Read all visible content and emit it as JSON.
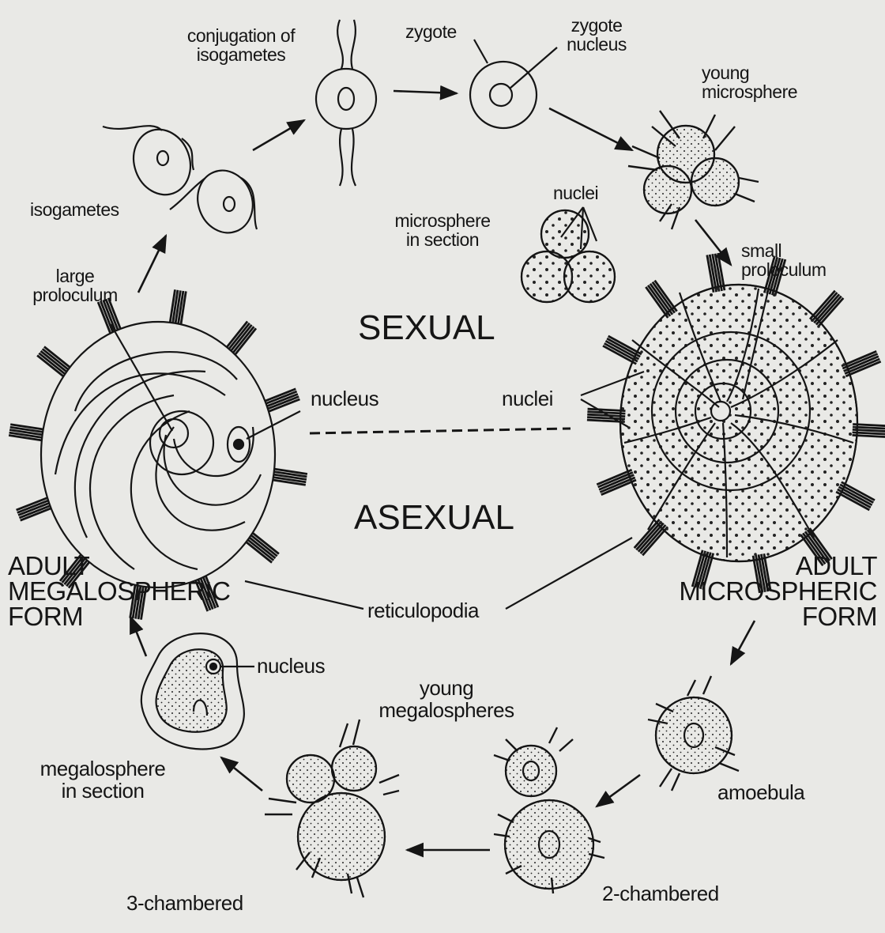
{
  "labels": {
    "conjugation": "conjugation of\nisogametes",
    "zygote": "zygote",
    "zygote_nucleus": "zygote\nnucleus",
    "young_microsphere": "young\nmicrosphere",
    "isogametes": "isogametes",
    "nuclei_top": "nuclei",
    "microsphere_section": "microsphere\nin section",
    "large_proloculum": "large\nproloculum",
    "small_proloculum": "small\nproloculum",
    "sexual": "SEXUAL",
    "nucleus_left": "nucleus",
    "nuclei_right": "nuclei",
    "asexual": "ASEXUAL",
    "adult_megalospheric": "ADULT\nMEGALOSPHERIC\nFORM",
    "adult_microspheric": "ADULT\nMICROSPHERIC\nFORM",
    "reticulopodia": "reticulopodia",
    "nucleus_bottom": "nucleus",
    "young_megalospheres": "young\nmegalospheres",
    "megalosphere_section": "megalosphere\nin section",
    "amoebula": "amoebula",
    "three_chambered": "3-chambered",
    "two_chambered": "2-chambered"
  },
  "colors": {
    "ink": "#151515",
    "paper": "#e9e9e6"
  }
}
